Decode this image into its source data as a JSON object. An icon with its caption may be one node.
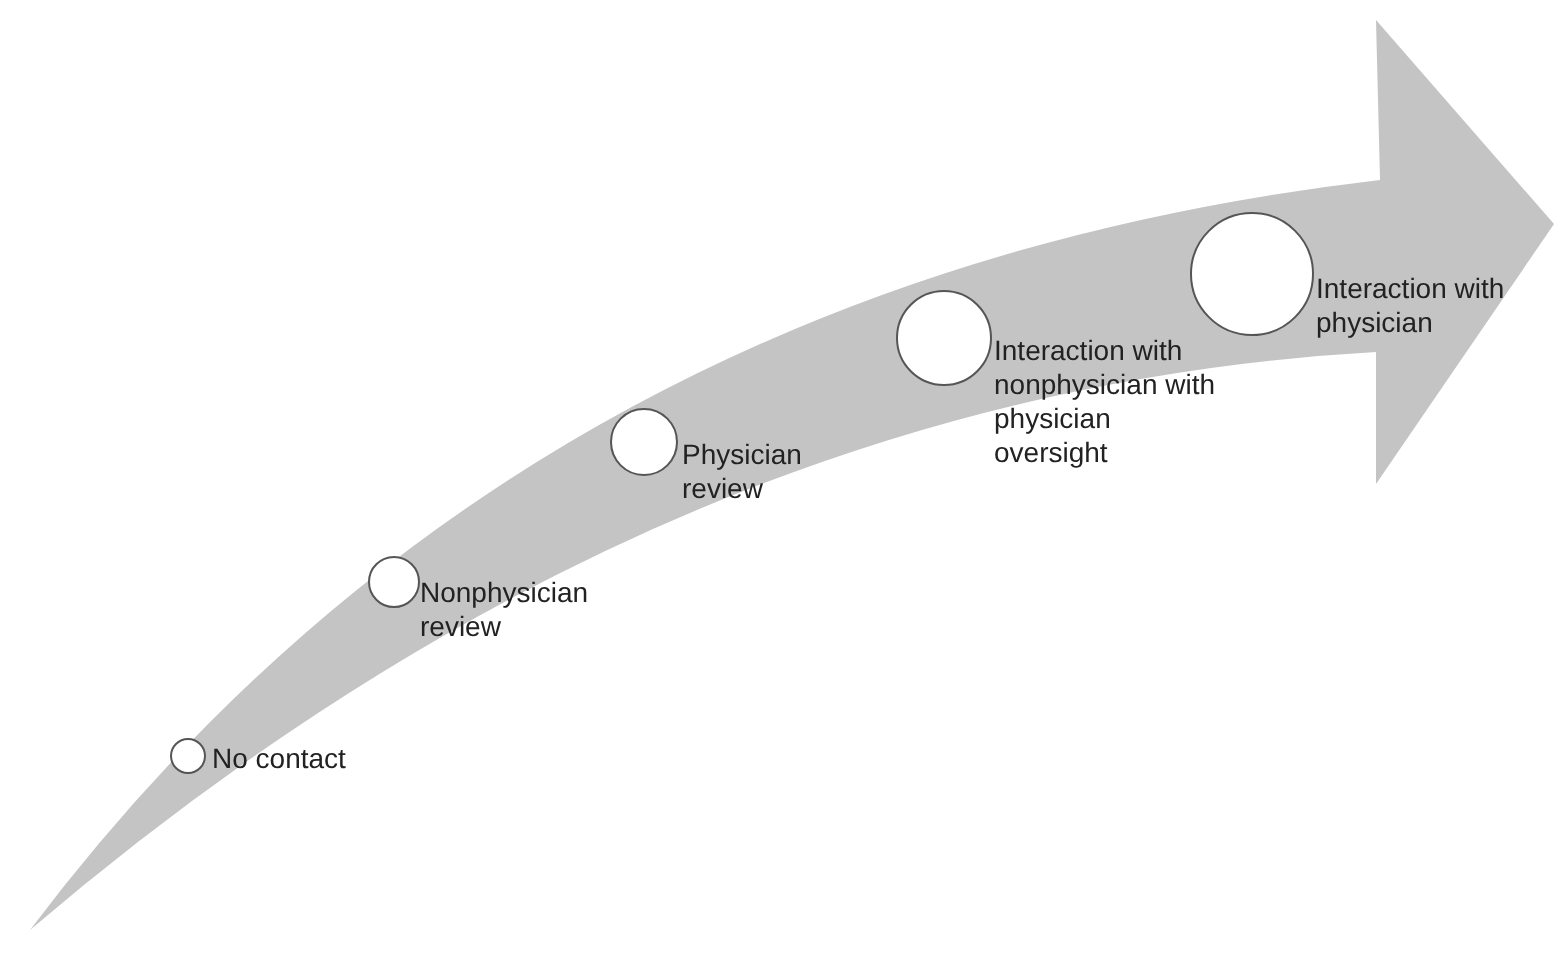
{
  "diagram": {
    "nodes": [
      {
        "text": [],
        "shape": "arrow"
      },
      {
        "text": [],
        "shape": "circle",
        "in": 0,
        "beside": [
          "No contact"
        ]
      },
      {
        "text": [],
        "shape": "circle",
        "in": 0,
        "beside": [
          "Nonphysician review"
        ]
      },
      {
        "text": [],
        "shape": "circle",
        "in": 0,
        "beside": [
          "Physician review"
        ]
      },
      {
        "text": [],
        "shape": "circle",
        "in": 0,
        "beside": [
          "Interaction with nonphysician with physician oversight"
        ]
      },
      {
        "text": [],
        "shape": "circle",
        "in": 0,
        "beside": [
          "Interaction with physician"
        ]
      }
    ]
  }
}
